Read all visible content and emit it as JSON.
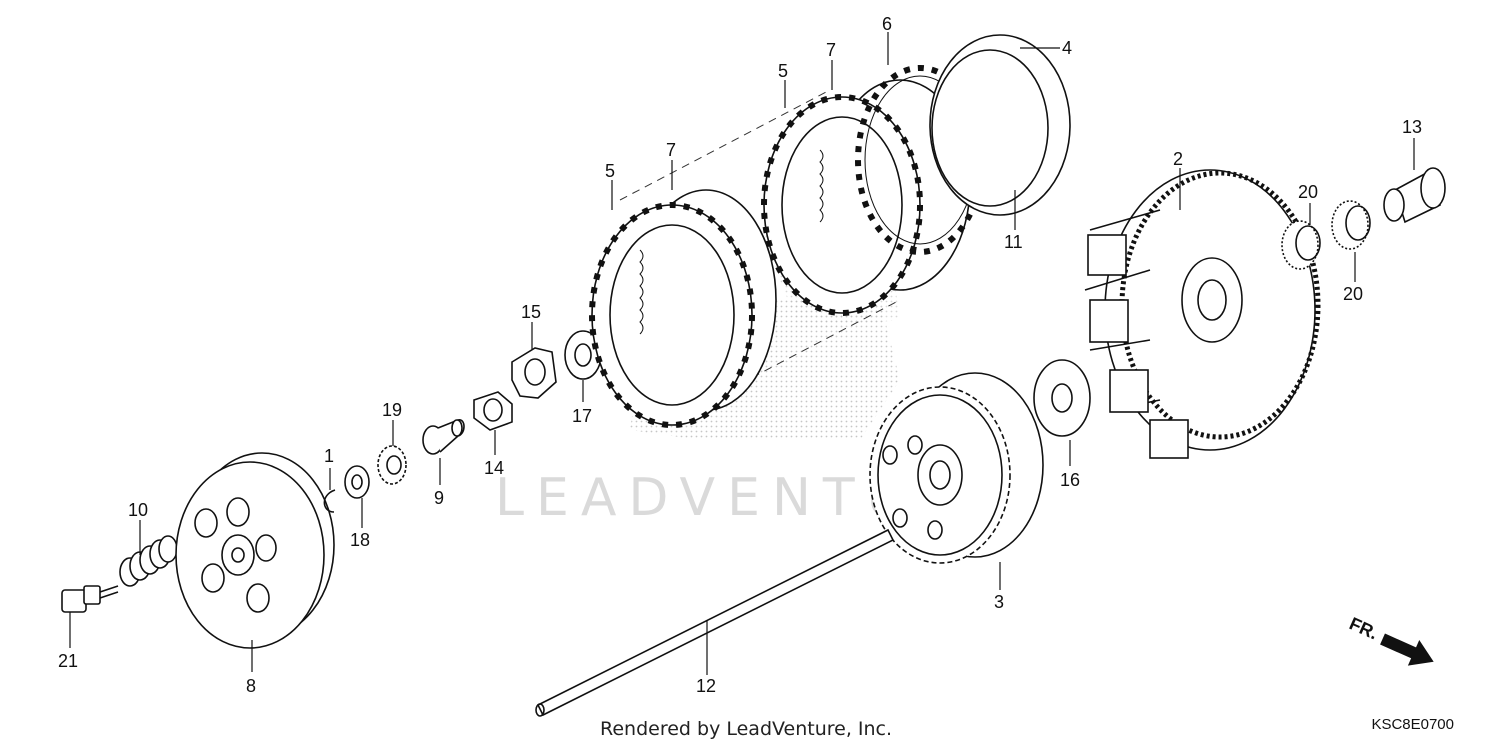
{
  "diagram": {
    "part_numbers": [
      "1",
      "2",
      "3",
      "4",
      "5",
      "5",
      "6",
      "7",
      "7",
      "8",
      "9",
      "10",
      "11",
      "12",
      "13",
      "14",
      "15",
      "16",
      "17",
      "18",
      "19",
      "20",
      "20",
      "21"
    ],
    "watermark": "LEADVENTURE",
    "footer": "Rendered by LeadVenture, Inc.",
    "diagram_code": "KSC8E0700",
    "direction_label": "FR."
  }
}
